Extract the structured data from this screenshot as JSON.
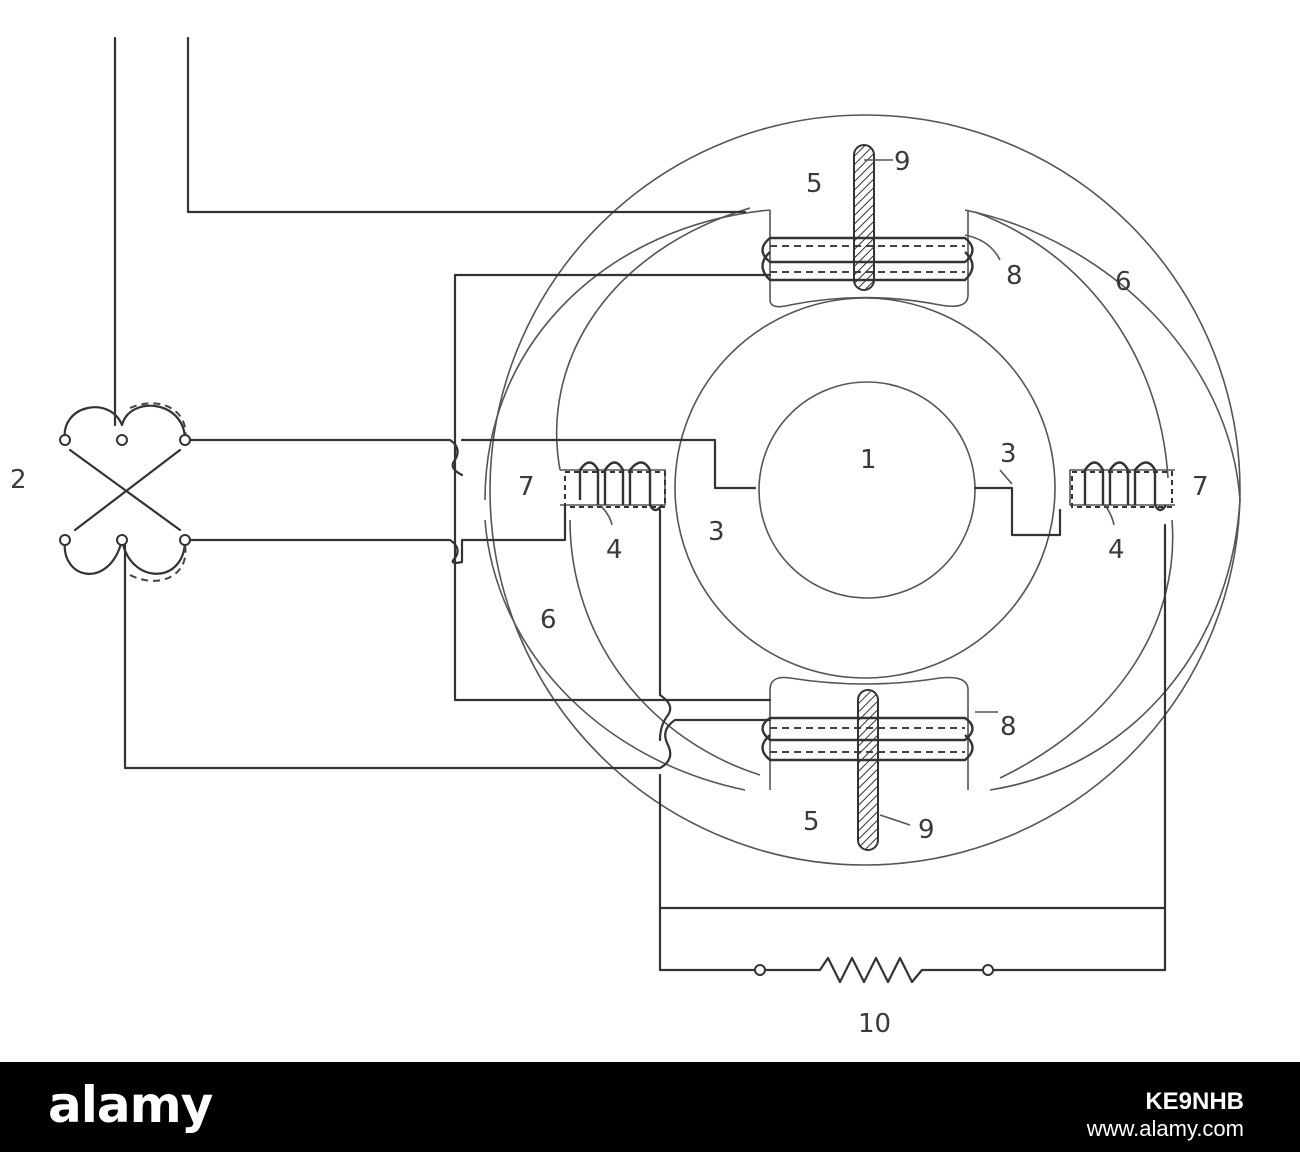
{
  "diagram": {
    "labels": {
      "rotor": "1",
      "switch": "2",
      "gap_left": "3",
      "gap_right": "3",
      "coil_left": "4",
      "coil_right": "4",
      "pole_top": "5",
      "pole_bottom": "5",
      "yoke_right": "6",
      "yoke_left": "6",
      "pole_left": "7",
      "pole_right": "7",
      "winding_top": "8",
      "winding_bottom": "8",
      "rod_top": "9",
      "rod_bottom": "9",
      "resistor": "10"
    },
    "line_color": "#333333"
  },
  "watermark": {
    "brand": "alamy",
    "stock_id": "KE9NHB",
    "site": "www.alamy.com",
    "background": "#000000"
  }
}
